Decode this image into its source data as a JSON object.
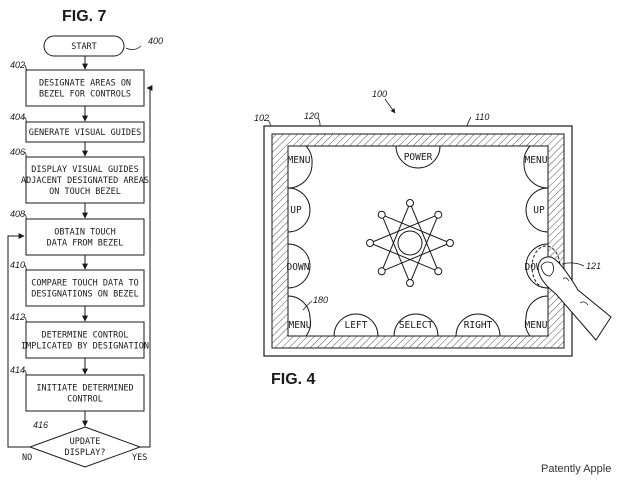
{
  "fig7": {
    "title": "FIG. 7",
    "ref_400": "400",
    "start_label": "START",
    "steps": [
      {
        "ref": "402",
        "lines": [
          "DESIGNATE AREAS ON",
          "BEZEL FOR CONTROLS"
        ]
      },
      {
        "ref": "404",
        "lines": [
          "GENERATE VISUAL GUIDES"
        ]
      },
      {
        "ref": "406",
        "lines": [
          "DISPLAY VISUAL GUIDES",
          "ADJACENT DESIGNATED AREAS",
          "ON TOUCH BEZEL"
        ]
      },
      {
        "ref": "408",
        "lines": [
          "OBTAIN TOUCH",
          "DATA FROM BEZEL"
        ]
      },
      {
        "ref": "410",
        "lines": [
          "COMPARE TOUCH DATA TO",
          "DESIGNATIONS ON BEZEL"
        ]
      },
      {
        "ref": "412",
        "lines": [
          "DETERMINE CONTROL",
          "IMPLICATED BY DESIGNATION"
        ]
      },
      {
        "ref": "414",
        "lines": [
          "INITIATE DETERMINED",
          "CONTROL"
        ]
      }
    ],
    "decision": {
      "ref": "416",
      "lines": [
        "UPDATE",
        "DISPLAY?"
      ],
      "no_label": "NO",
      "yes_label": "YES"
    }
  },
  "fig4": {
    "title": "FIG. 4",
    "ref_100": "100",
    "ref_102": "102",
    "ref_120": "120",
    "ref_110": "110",
    "ref_121": "121",
    "ref_180": "180",
    "controls": {
      "menu_tl": "MENU",
      "power": "POWER",
      "menu_tr": "MENU",
      "up_left": "UP",
      "up_right": "UP",
      "down_left": "DOWN",
      "down_right": "DOWN",
      "menu_bl": "MENU",
      "left": "LEFT",
      "select": "SELECT",
      "right": "RIGHT",
      "menu_br": "MENU"
    }
  },
  "credit": "Patently Apple"
}
